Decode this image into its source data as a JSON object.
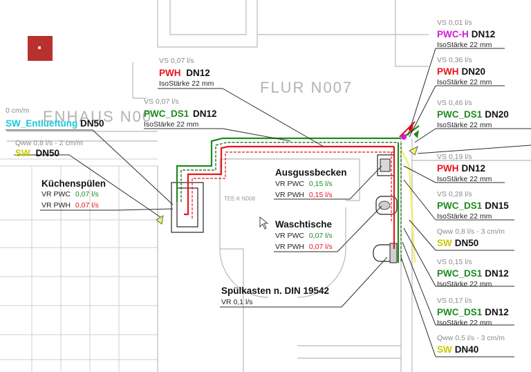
{
  "rooms": {
    "flur": "FLUR N007",
    "haus": "ENHAUS N00",
    "tee": "TEE-K N008"
  },
  "colors": {
    "pwh": "#e8141c",
    "pwc": "#1e8a1e",
    "sw": "#c8c800",
    "pwch": "#d21ad2",
    "sw_entl": "#19c8dc",
    "gray": "#8a8a8a",
    "black": "#111111"
  },
  "labels": {
    "top_pwh": {
      "flow": "VS 0,07 l/s",
      "medium": "PWH",
      "dn": "DN12",
      "iso": "IsoStärke 22 mm"
    },
    "top_pwc": {
      "flow": "VS 0,07 l/s",
      "medium": "PWC_DS1",
      "dn": "DN12",
      "iso": "IsoStärke 22 mm"
    },
    "sw_entl": {
      "flow": "0 cm/m",
      "medium": "SW_Entlueftung",
      "dn": "DN50"
    },
    "sw_left": {
      "flow": "Qww 0,8 l/s - 2 cm/m",
      "medium": "SW",
      "dn": "DN50"
    }
  },
  "fixtures": {
    "kuechen": {
      "title": "Küchenspülen",
      "pwc_lbl": "VR PWC",
      "pwc_val": "0,07 l/s",
      "pwh_lbl": "VR PWH",
      "pwh_val": "0,07 l/s"
    },
    "ausguss": {
      "title": "Ausgussbecken",
      "pwc_lbl": "VR PWC",
      "pwc_val": "0,15 l/s",
      "pwh_lbl": "VR PWH",
      "pwh_val": "0,15 l/s"
    },
    "wasch": {
      "title": "Waschtische",
      "pwc_lbl": "VR PWC",
      "pwc_val": "0,07 l/s",
      "pwh_lbl": "VR PWH",
      "pwh_val": "0,07 l/s"
    },
    "spuel": {
      "title": "Spülkasten n. DIN 19542",
      "vr": "VR 0,1 l/s"
    }
  },
  "right_labels": [
    {
      "flow": "VS 0,01 l/s",
      "medium": "PWC-H",
      "dn": "DN12",
      "iso": "IsoStärke 22 mm",
      "color": "#d21ad2"
    },
    {
      "flow": "VS 0,36 l/s",
      "medium": "PWH",
      "dn": "DN20",
      "iso": "IsoStärke 22 mm",
      "color": "#e8141c"
    },
    {
      "flow": "VS 0,46 l/s",
      "medium": "PWC_DS1",
      "dn": "DN20",
      "iso": "IsoStärke 22 mm",
      "color": "#1e8a1e"
    },
    {
      "flow": "VS 0,19 l/s",
      "medium": "PWH",
      "dn": "DN12",
      "iso": "IsoStärke 22 mm",
      "color": "#e8141c"
    },
    {
      "flow": "VS 0,28 l/s",
      "medium": "PWC_DS1",
      "dn": "DN15",
      "iso": "IsoStärke 22 mm",
      "color": "#1e8a1e"
    },
    {
      "flow": "Qww 0,8 l/s - 3 cm/m",
      "medium": "SW",
      "dn": "DN50",
      "iso": "",
      "color": "#c8c800"
    },
    {
      "flow": "VS 0,15 l/s",
      "medium": "PWC_DS1",
      "dn": "DN12",
      "iso": "IsoStärke 22 mm",
      "color": "#1e8a1e"
    },
    {
      "flow": "VS 0,17 l/s",
      "medium": "PWC_DS1",
      "dn": "DN12",
      "iso": "IsoStärke 22 mm",
      "color": "#1e8a1e"
    },
    {
      "flow": "Qww 0,5 l/s - 3 cm/m",
      "medium": "SW",
      "dn": "DN40",
      "iso": "",
      "color": "#c8c800"
    }
  ]
}
